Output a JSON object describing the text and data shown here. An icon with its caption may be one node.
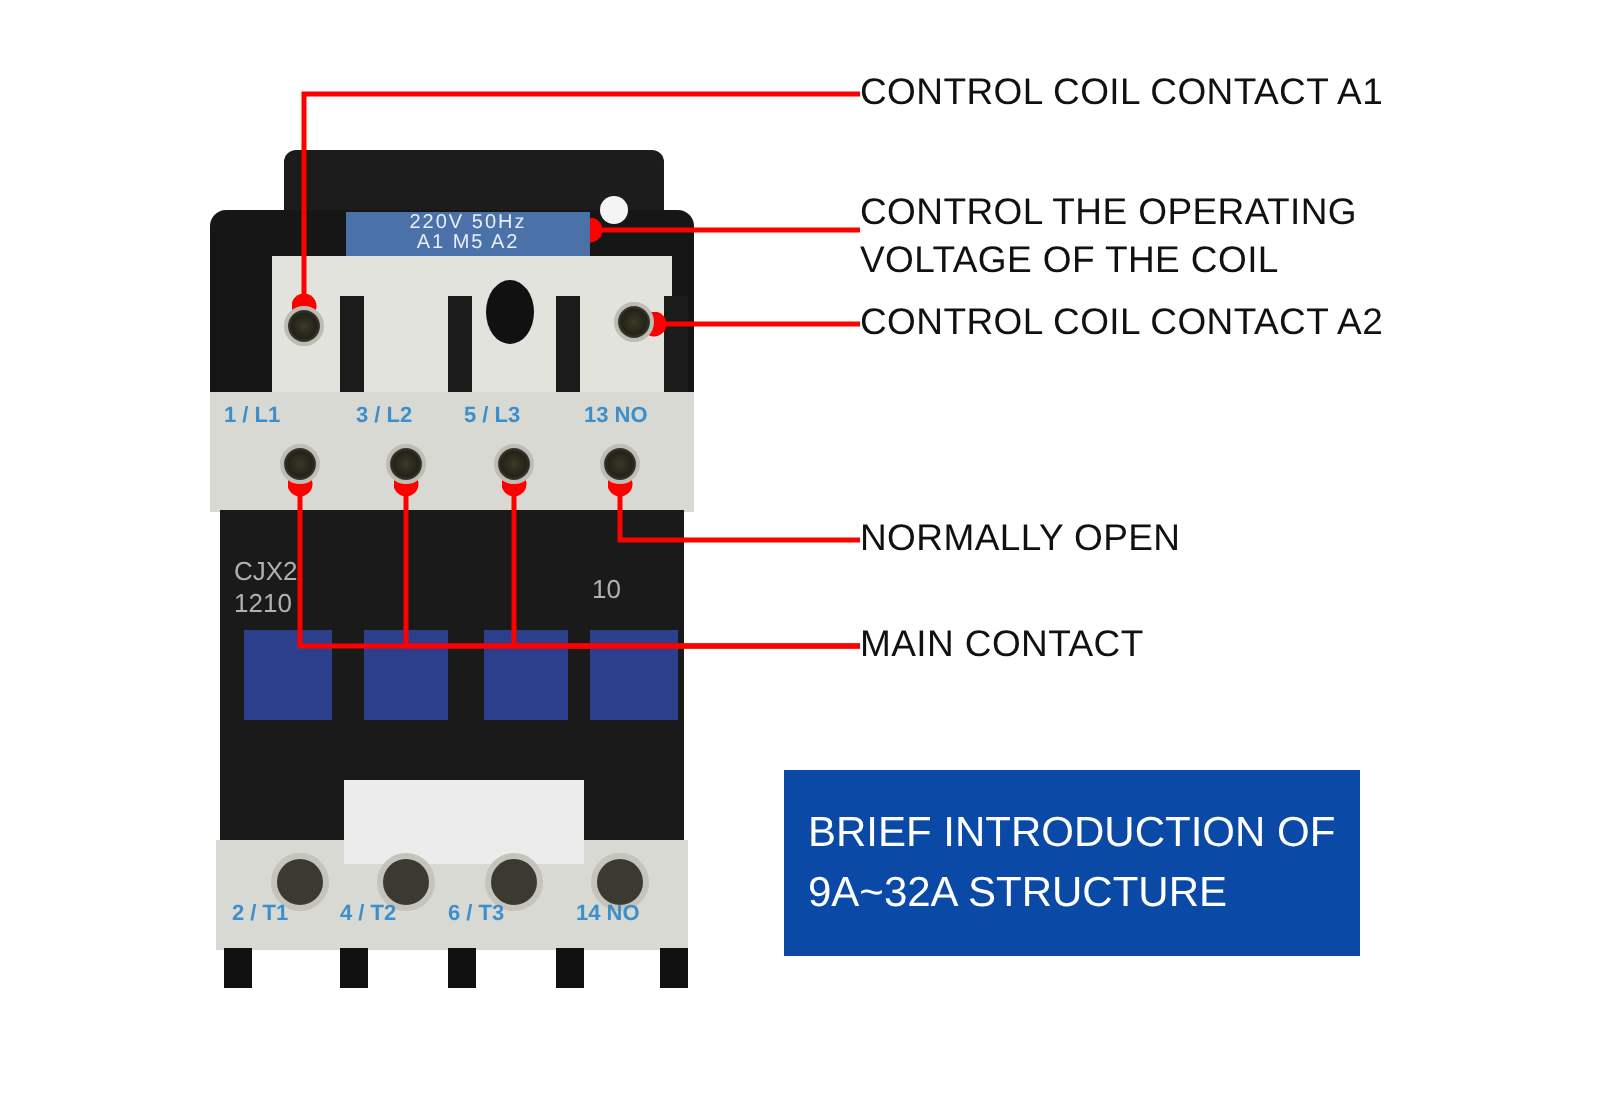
{
  "diagram": {
    "nodes": [
      {
        "text": [],
        "shape": "circle"
      },
      {
        "text": [
          "220V 50Hz A1 M5 A2"
        ]
      },
      {
        "text": [],
        "shape": "circle"
      },
      {
        "text": [],
        "shape": "circle"
      },
      {
        "text": [],
        "shape": "circle"
      },
      {
        "text": [],
        "shape": "circle"
      },
      {
        "text": [],
        "shape": "circle"
      },
      {
        "text": [
          "CONTROL COIL CONTACT A1"
        ]
      },
      {
        "text": [
          "CONTROL THE OPERATING VOLTAGE OF THE COIL"
        ]
      },
      {
        "text": [
          "CONTROL COIL CONTACT A2"
        ]
      },
      {
        "text": [
          "NORMALLY OPEN"
        ]
      },
      {
        "text": [
          "MAIN CONTACT"
        ]
      },
      {
        "text": [
          "BRIEF INTRODUCTION OF 9A~32A STRUCTURE"
        ]
      }
    ],
    "edges": [
      {
        "from": 7,
        "to": 0,
        "arrow": "other"
      },
      {
        "from": 8,
        "to": 1,
        "arrow": "other"
      },
      {
        "from": 9,
        "to": 2,
        "arrow": "other"
      },
      {
        "from": 10,
        "to": 6,
        "arrow": "other"
      },
      {
        "from": 11,
        "to": 3,
        "arrow": "other"
      },
      {
        "from": 11,
        "to": 4,
        "arrow": "other"
      },
      {
        "from": 11,
        "to": 5,
        "arrow": "other"
      }
    ],
    "labels": [
      "1 / L1",
      "3 / L2",
      "5 / L3",
      "13 NO",
      "CJX2 1210",
      "10",
      "2 / T1",
      "4 / T2",
      "6 / T3",
      "14 NO"
    ]
  }
}
